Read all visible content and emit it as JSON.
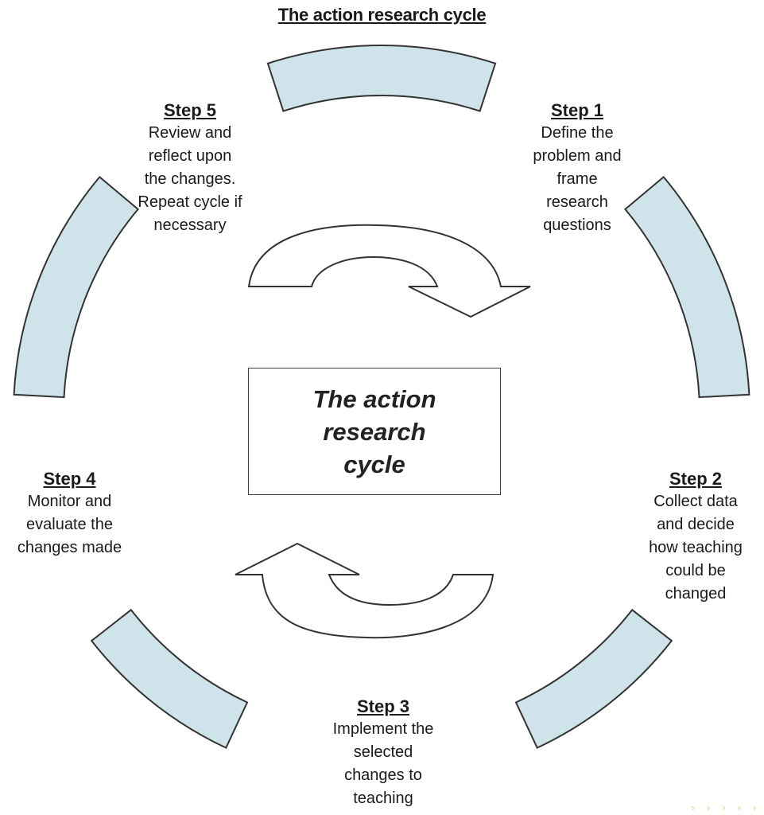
{
  "title": "The action research cycle",
  "center_text": "The action\nresearch\ncycle",
  "colors": {
    "arc_fill": "#cfe4ea",
    "stroke": "#333333",
    "arrow_fill": "#ffffff"
  },
  "steps": [
    {
      "heading": "Step 1",
      "text": "Define the\nproblem and\nframe\nresearch\nquestions"
    },
    {
      "heading": "Step 2",
      "text": "Collect data\nand decide\nhow teaching\ncould be\nchanged"
    },
    {
      "heading": "Step 3",
      "text": "Implement the\nselected\nchanges to\nteaching"
    },
    {
      "heading": "Step 4",
      "text": "Monitor and\nevaluate the\nchanges made"
    },
    {
      "heading": "Step 5",
      "text": "Review and\nreflect upon\nthe changes.\nRepeat cycle if\nnecessary"
    }
  ]
}
